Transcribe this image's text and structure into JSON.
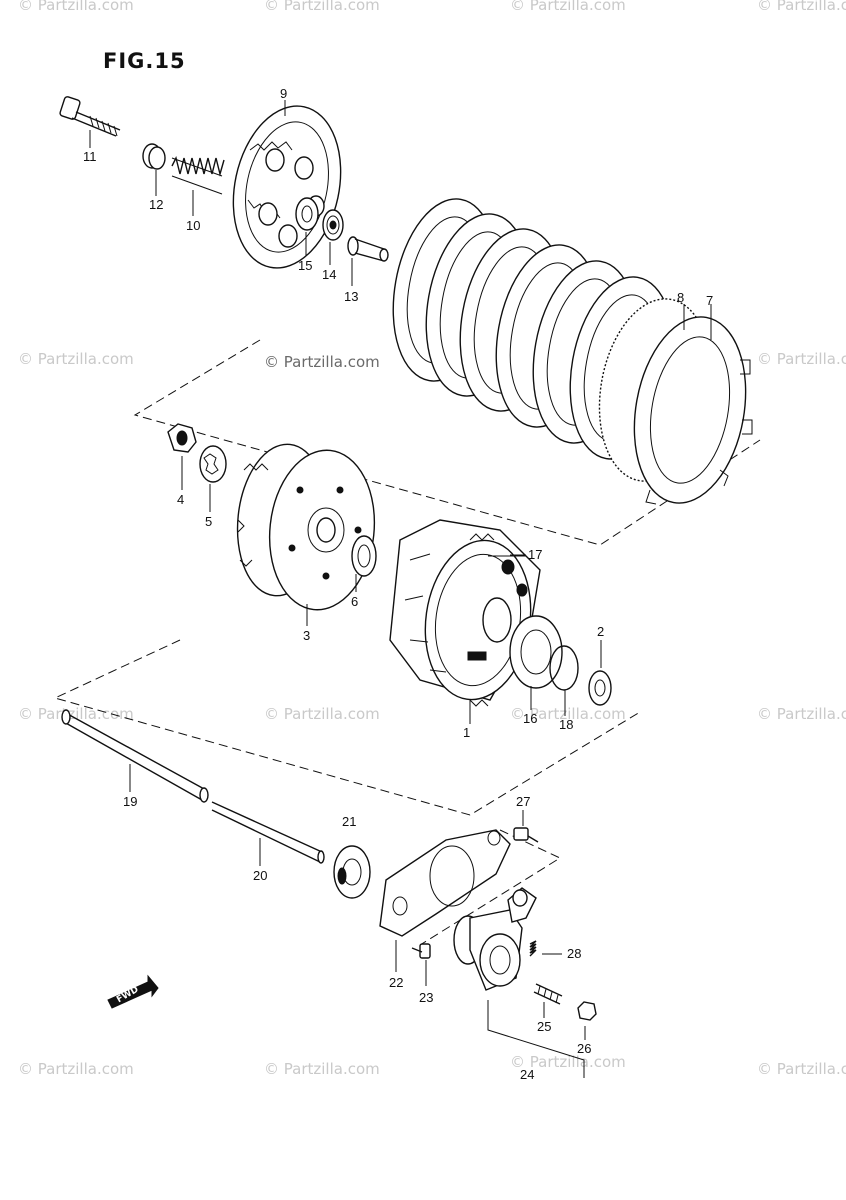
{
  "figure": {
    "title": "FIG.15"
  },
  "watermark": {
    "text": "© Partzilla.com"
  },
  "forward_arrow": {
    "text": "FWD"
  },
  "callouts": {
    "p1": "1",
    "p2": "2",
    "p3": "3",
    "p4": "4",
    "p5": "5",
    "p6": "6",
    "p7": "7",
    "p8": "8",
    "p9": "9",
    "p10": "10",
    "p11": "11",
    "p12": "12",
    "p13": "13",
    "p14": "14",
    "p15": "15",
    "p16": "16",
    "p17": "17",
    "p18": "18",
    "p19": "19",
    "p20": "20",
    "p21": "21",
    "p22": "22",
    "p23": "23",
    "p24": "24",
    "p25": "25",
    "p26": "26",
    "p27": "27",
    "p28": "28"
  },
  "colors": {
    "ink": "#111111",
    "watermark": "#c9c9c9",
    "background": "#ffffff"
  }
}
